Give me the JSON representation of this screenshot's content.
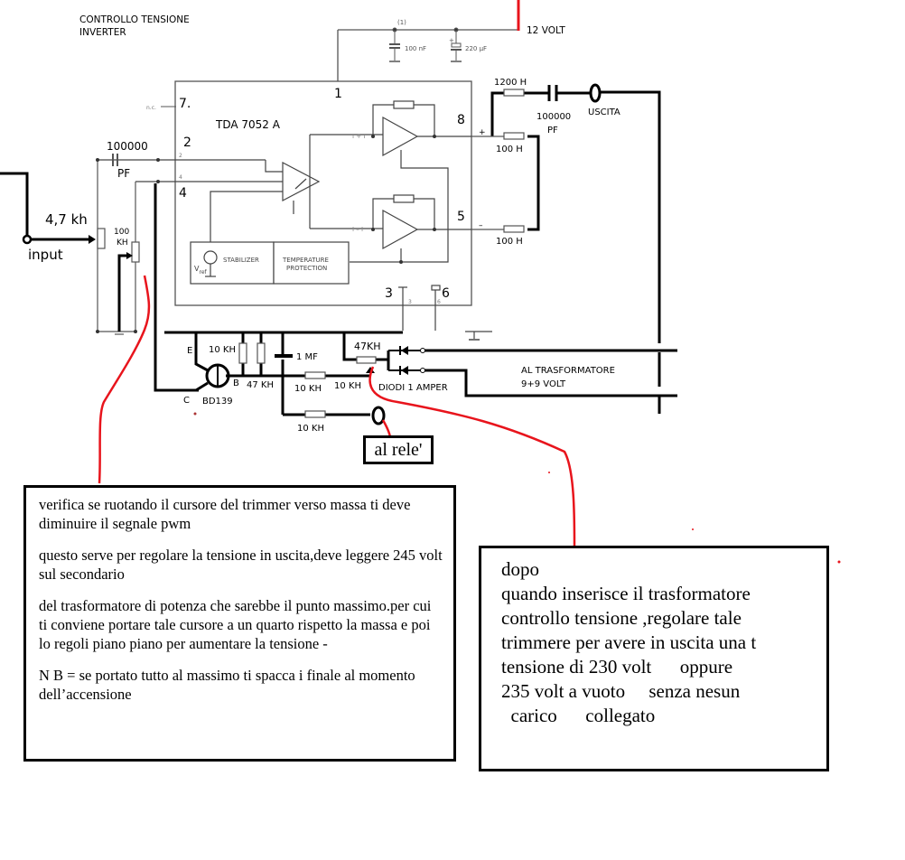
{
  "title": {
    "line1": "CONTROLLO TENSIONE",
    "line2": "INVERTER"
  },
  "colors": {
    "wire": "#000000",
    "ic_line": "#555555",
    "annotation": "#e8141c"
  },
  "power": {
    "node_label": "(1)",
    "cap1": "100 nF",
    "cap2": "220 µF",
    "supply": "12 VOLT"
  },
  "ic": {
    "name": "TDA 7052 A",
    "pins": {
      "p1": "1",
      "p2": "2",
      "p3": "3",
      "p4": "4",
      "p5": "5",
      "p6": "6",
      "p7": "7.",
      "small2": "2",
      "small4": "4",
      "small3": "3",
      "small6": "6",
      "nc": "n.c."
    },
    "stabilizer": "STABILIZER",
    "temp_line1": "TEMPERATURE",
    "temp_line2": "PROTECTION",
    "vref": "V",
    "vref_sub": "ref",
    "iplus": "I + I",
    "iminus": "I – I",
    "plus": "+",
    "minus": "–"
  },
  "input_section": {
    "cap_value": "100000",
    "cap_unit": "PF",
    "resistor": "4,7 kh",
    "input_label": "input",
    "trimmer_line1": "100",
    "trimmer_line2": "KH"
  },
  "output_section": {
    "r_series": "1200 H",
    "cap_value": "100000",
    "cap_unit": "PF",
    "output_label": "USCITA",
    "r_out_plus": "100 H",
    "r_out_minus": "100 H",
    "plus_sign": "+",
    "minus_sign": "–"
  },
  "feedback_section": {
    "transistor": "BD139",
    "emitter": "E",
    "base": "B",
    "collector": "C",
    "r1": "10 KH",
    "r2": "47 KH",
    "cap": "1 MF",
    "r3": "10 KH",
    "r4": "10 KH",
    "r5": "47KH",
    "r6": "10 KH",
    "diodes": "DIODI 1 AMPER",
    "trafo_line1": "AL TRASFORMATORE",
    "trafo_line2": "9+9 VOLT",
    "relay": "al rele'"
  },
  "notes": {
    "left": [
      "verifica se ruotando il cursore del trimmer verso massa ti deve diminuire il segnale pwm",
      "questo serve per regolare la tensione in uscita,deve leggere 245 volt sul secondario",
      "del trasformatore di potenza che sarebbe il punto massimo.per cui ti conviene portare tale cursore a un quarto rispetto la massa e poi lo regoli piano piano per aumentare la tensione -",
      "N B = se portato tutto al massimo ti spacca i finale al momento dell’accensione"
    ],
    "right": [
      "dopo",
      "quando inserisce il trasformatore",
      "controllo tensione ,regolare tale",
      "trimmere per avere in uscita una t",
      "tensione di 230 volt      oppure",
      "235 volt a vuoto     senza nesun",
      "  carico      collegato"
    ]
  }
}
